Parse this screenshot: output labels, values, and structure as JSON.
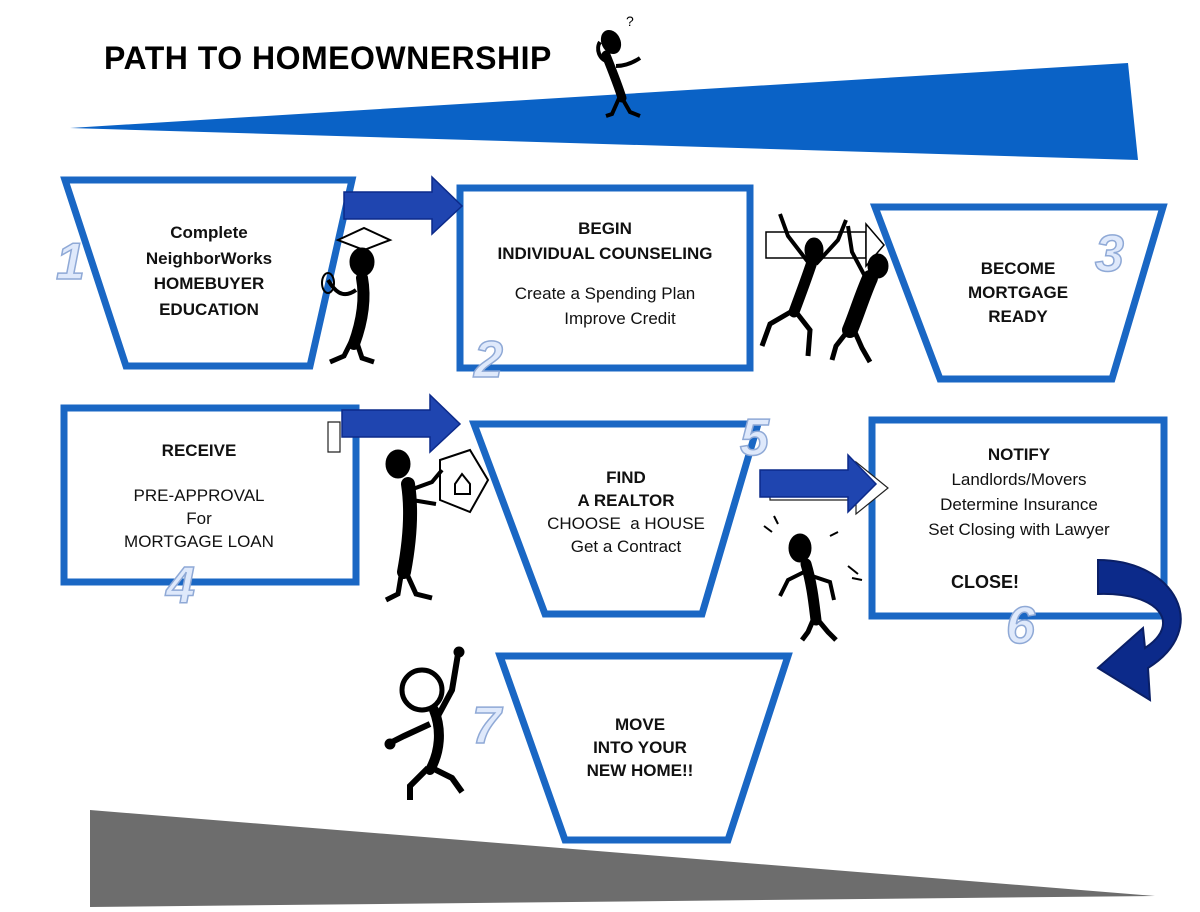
{
  "title": "PATH TO HOMEOWNERSHIP",
  "colors": {
    "frame_blue": "#1a67c4",
    "arrow_blue": "#1f45b0",
    "curl_navy": "#0c2a8a",
    "wedge_blue": "#0a62c6",
    "wedge_gray": "#6d6d6d"
  },
  "steps": [
    {
      "number": "1",
      "lines": [
        "Complete",
        "NeighborWorks",
        "HOMEBUYER",
        "EDUCATION"
      ]
    },
    {
      "number": "2",
      "heading": [
        "BEGIN",
        "INDIVIDUAL COUNSELING"
      ],
      "details": [
        "Create a Spending Plan",
        "Improve Credit"
      ]
    },
    {
      "number": "3",
      "lines": [
        "BECOME",
        "MORTGAGE",
        "READY"
      ]
    },
    {
      "number": "4",
      "heading": "RECEIVE",
      "details": [
        "PRE-APPROVAL",
        "For",
        "MORTGAGE LOAN"
      ]
    },
    {
      "number": "5",
      "heading": [
        "FIND",
        "A REALTOR"
      ],
      "details": [
        "CHOOSE  a HOUSE",
        "Get a Contract"
      ]
    },
    {
      "number": "6",
      "heading": "NOTIFY",
      "details": [
        "Landlords/Movers",
        "Determine Insurance",
        "Set Closing with Lawyer"
      ],
      "closing": "CLOSE!"
    },
    {
      "number": "7",
      "lines": [
        "MOVE",
        "INTO YOUR",
        "NEW HOME!!"
      ]
    }
  ],
  "icons": [
    "confused-stick-figure-icon",
    "graduate-stick-figure-icon",
    "celebrating-stick-figures-icon",
    "house-sign-stick-figure-icon",
    "excited-stick-figure-icon",
    "cheering-stick-figure-icon",
    "arrow-right-icon",
    "curved-arrow-icon"
  ]
}
